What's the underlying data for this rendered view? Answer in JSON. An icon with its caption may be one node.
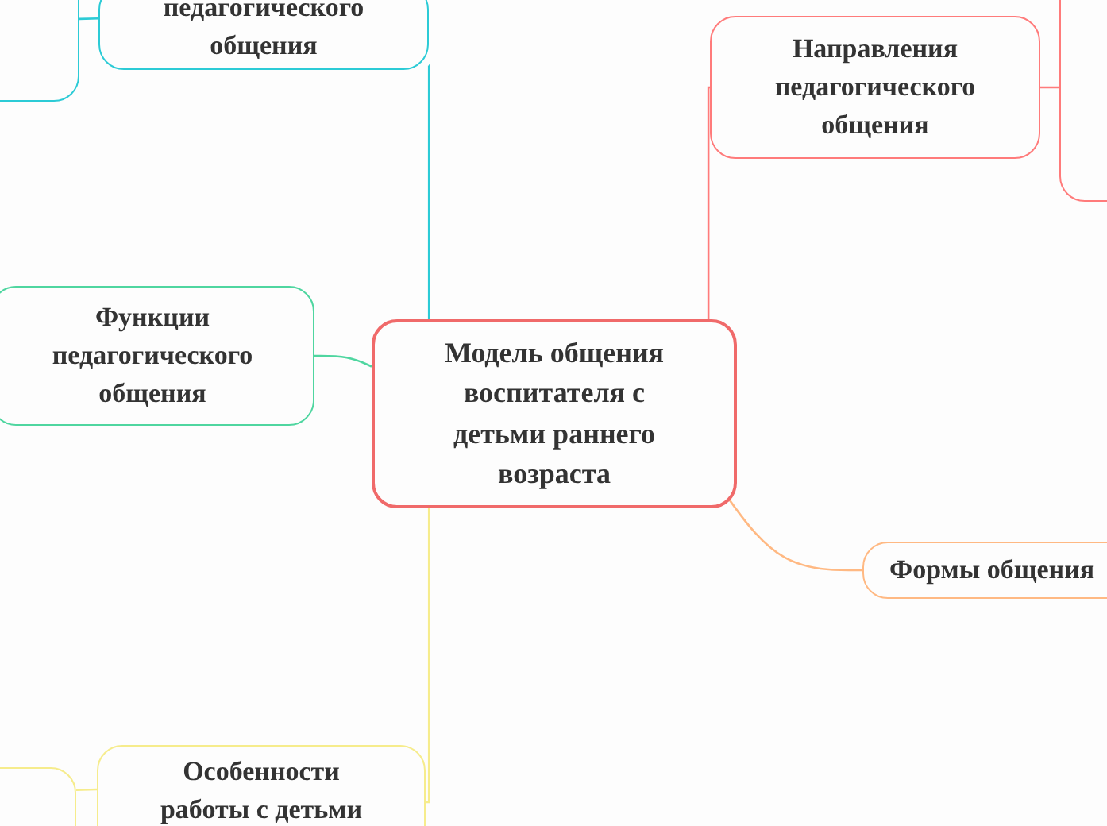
{
  "diagram": {
    "nodes": [
      {
        "text": [
          "Модель общения воспитателя с детьми раннего возраста"
        ]
      },
      {
        "text": [
          "педагогического общения"
        ]
      },
      {
        "text": [],
        "shape": "box"
      },
      {
        "text": [
          "Функции педагогического общения"
        ]
      },
      {
        "text": [
          "Направления педагогического общения"
        ]
      },
      {
        "text": [],
        "shape": "box"
      },
      {
        "text": [
          "Формы общения"
        ]
      },
      {
        "text": [
          "Особенности работы с детьми"
        ]
      },
      {
        "text": [],
        "shape": "box"
      }
    ],
    "edges": [
      {
        "from": 0,
        "to": 1,
        "arrow": "none",
        "color": "#2ccbd6"
      },
      {
        "from": 1,
        "to": 2,
        "arrow": "none",
        "color": "#2ccbd6"
      },
      {
        "from": 0,
        "to": 3,
        "arrow": "none",
        "color": "#4fd6a0"
      },
      {
        "from": 0,
        "to": 4,
        "arrow": "none",
        "color": "#ff7b7b"
      },
      {
        "from": 4,
        "to": 5,
        "arrow": "none",
        "color": "#ff7b7b"
      },
      {
        "from": 0,
        "to": 6,
        "arrow": "none",
        "color": "#ffb983"
      },
      {
        "from": 0,
        "to": 7,
        "arrow": "none",
        "color": "#f6ec8c"
      },
      {
        "from": 7,
        "to": 8,
        "arrow": "none",
        "color": "#f6ec8c"
      }
    ]
  }
}
